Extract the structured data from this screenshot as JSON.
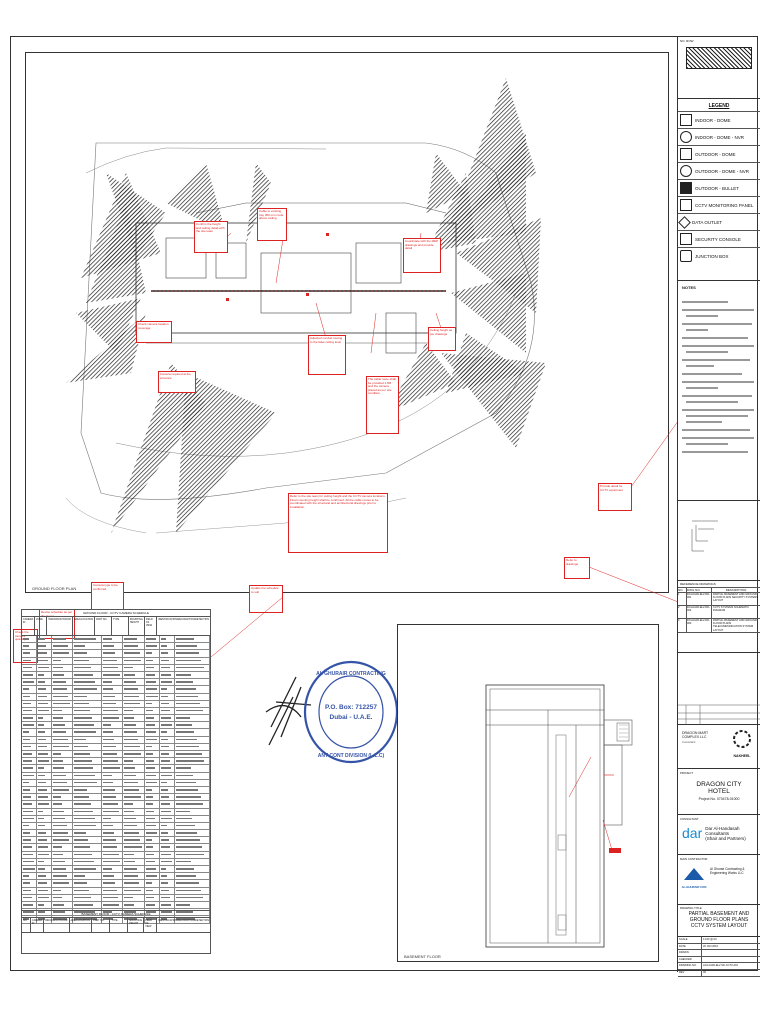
{
  "top_corner": {
    "label": "NO. ROW"
  },
  "main_view": {
    "label": "GROUND FLOOR PLAN"
  },
  "basement_view": {
    "label": "BASEMENT FLOOR"
  },
  "legend": {
    "title": "LEGEND",
    "rows": [
      {
        "label": "INDOOR - DOME"
      },
      {
        "label": "INDOOR - DOME - NVR"
      },
      {
        "label": "OUTDOOR - DOME"
      },
      {
        "label": "OUTDOOR - DOME - NVR"
      },
      {
        "label": "OUTDOOR - BULLET"
      },
      {
        "label": "CCTV MONITORING PANEL"
      },
      {
        "label": "DATA OUTLET"
      },
      {
        "label": "SECURITY CONSOLE"
      },
      {
        "label": "JUNCTION BOX"
      }
    ]
  },
  "notes": {
    "title": "NOTES"
  },
  "ref_table": {
    "title": "REFERENCE DRAWINGS",
    "headers": [
      "NO.",
      "DWG NO.",
      "DESCRIPTION"
    ],
    "rows": [
      {
        "no": "1",
        "dwg": "DCH-DAR-ELV-DD-001",
        "desc": "PARTIAL BASEMENT AND GROUND FLOOR PLANS SECURITY SYSTEMS LAYOUT"
      },
      {
        "no": "2",
        "dwg": "DCH-DAR-ELV-DD-002",
        "desc": "CCTV SYSTEMS SCHEMATIC DIAGRAM"
      },
      {
        "no": "3",
        "dwg": "DCH-DAR-ELV-DD-003",
        "desc": "PARTIAL BASEMENT AND GROUND FLOOR PLANS TELECOMMUNICATION SYSTEM LAYOUT"
      }
    ]
  },
  "client": {
    "name": "DRAGON MART COMPLEX LLC",
    "sub": "Consultant",
    "logo_text": "NAKHEEL"
  },
  "project": {
    "label": "PROJECT",
    "name_line1": "DRAGON CITY",
    "name_line2": "HOTEL",
    "project_no": "Project No. 070478-01000"
  },
  "consultant": {
    "label": "CONSULTANT",
    "mark": "dar",
    "name": "Dar Al-Handasah Consultants",
    "sub": "(Shair and Partners)"
  },
  "contractor": {
    "label": "MAIN CONTRACTOR",
    "logo_text": "AL-GHURAIR CON",
    "name": "Al Ghurair Contracting & Engineering Works LLC"
  },
  "drawing_title": {
    "label": "DRAWING TITLE",
    "line1": "PARTIAL BASEMENT AND",
    "line2": "GROUND FLOOR PLANS",
    "line3": "CCTV SYSTEM LAYOUT"
  },
  "drawing_info": {
    "rows": [
      {
        "k": "SCALE",
        "v": "1:100 @ A0"
      },
      {
        "k": "DATE",
        "v": "20 JAN 2016"
      },
      {
        "k": "DRAWN",
        "v": ""
      },
      {
        "k": "CHECKED",
        "v": ""
      },
      {
        "k": "DRAWING NO.",
        "v": "AGC-DAR-ELV-SD-CCTV-201"
      },
      {
        "k": "REV",
        "v": "00"
      }
    ]
  },
  "schedule": {
    "title": "GROUND FLOOR - CCTV CAMERA SCHEDULE",
    "headers": [
      "CAMERA ID",
      "ZONE",
      "INDOOR/OUTDOOR",
      "AREA/LOCATION",
      "PART NO.",
      "TYPE",
      "MOUNTING HEIGHT",
      "FIELD OF VIEW",
      "IDENTIFICATION/RECOGNITION/DETECTION"
    ]
  },
  "basement_schedule": {
    "title": "BASEMENT FLOOR - CCTV CAMERA SCHEDULE",
    "headers": [
      "NO.",
      "CAMERA ID",
      "INDOOR/OUTDOOR",
      "AREA/LOCATION",
      "PART NO.",
      "TYPE",
      "MOUNTING HEIGHT",
      "FIELD OF VIEW",
      "IDENTIFICATION/RECOGNITION/DETECTION"
    ]
  },
  "stamp": {
    "ring_text": "AL GHURAIR CONTRACTING",
    "po_box": "P.O. Box: 712257",
    "city": "Dubai - U.A.E.",
    "bottom_text": "ANT CONT DIVISION (L.L.C)"
  },
  "colors": {
    "markup_red": "#d22222",
    "stamp_blue": "#3554a8",
    "line": "#222222"
  }
}
